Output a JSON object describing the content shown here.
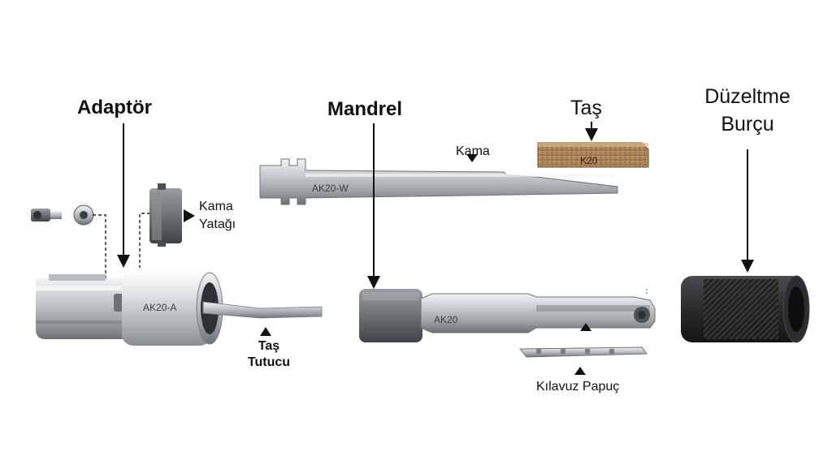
{
  "labels": {
    "adaptor": "Adaptör",
    "mandrel": "Mandrel",
    "tas": "Taş",
    "duzeltme_line1": "Düzeltme",
    "duzeltme_line2": "Burçu",
    "kama": "Kama",
    "kama_yatagi_line1": "Kama",
    "kama_yatagi_line2": "Yatağı",
    "tas_tutucu_line1": "Taş",
    "tas_tutucu_line2": "Tutucu",
    "kilavuz_papuc": "Kılavuz Papuç"
  },
  "engravings": {
    "adaptor_part": "AK20-A",
    "kama_part": "AK20-W",
    "mandrel_part": "AK20",
    "stone_part": "K20"
  },
  "colors": {
    "steel_light": "#e6e8ea",
    "steel_mid": "#a9aeb3",
    "steel_dark": "#5e6368",
    "stone": "#b08658",
    "bushing": "#2b2c2e",
    "text": "#111111"
  }
}
